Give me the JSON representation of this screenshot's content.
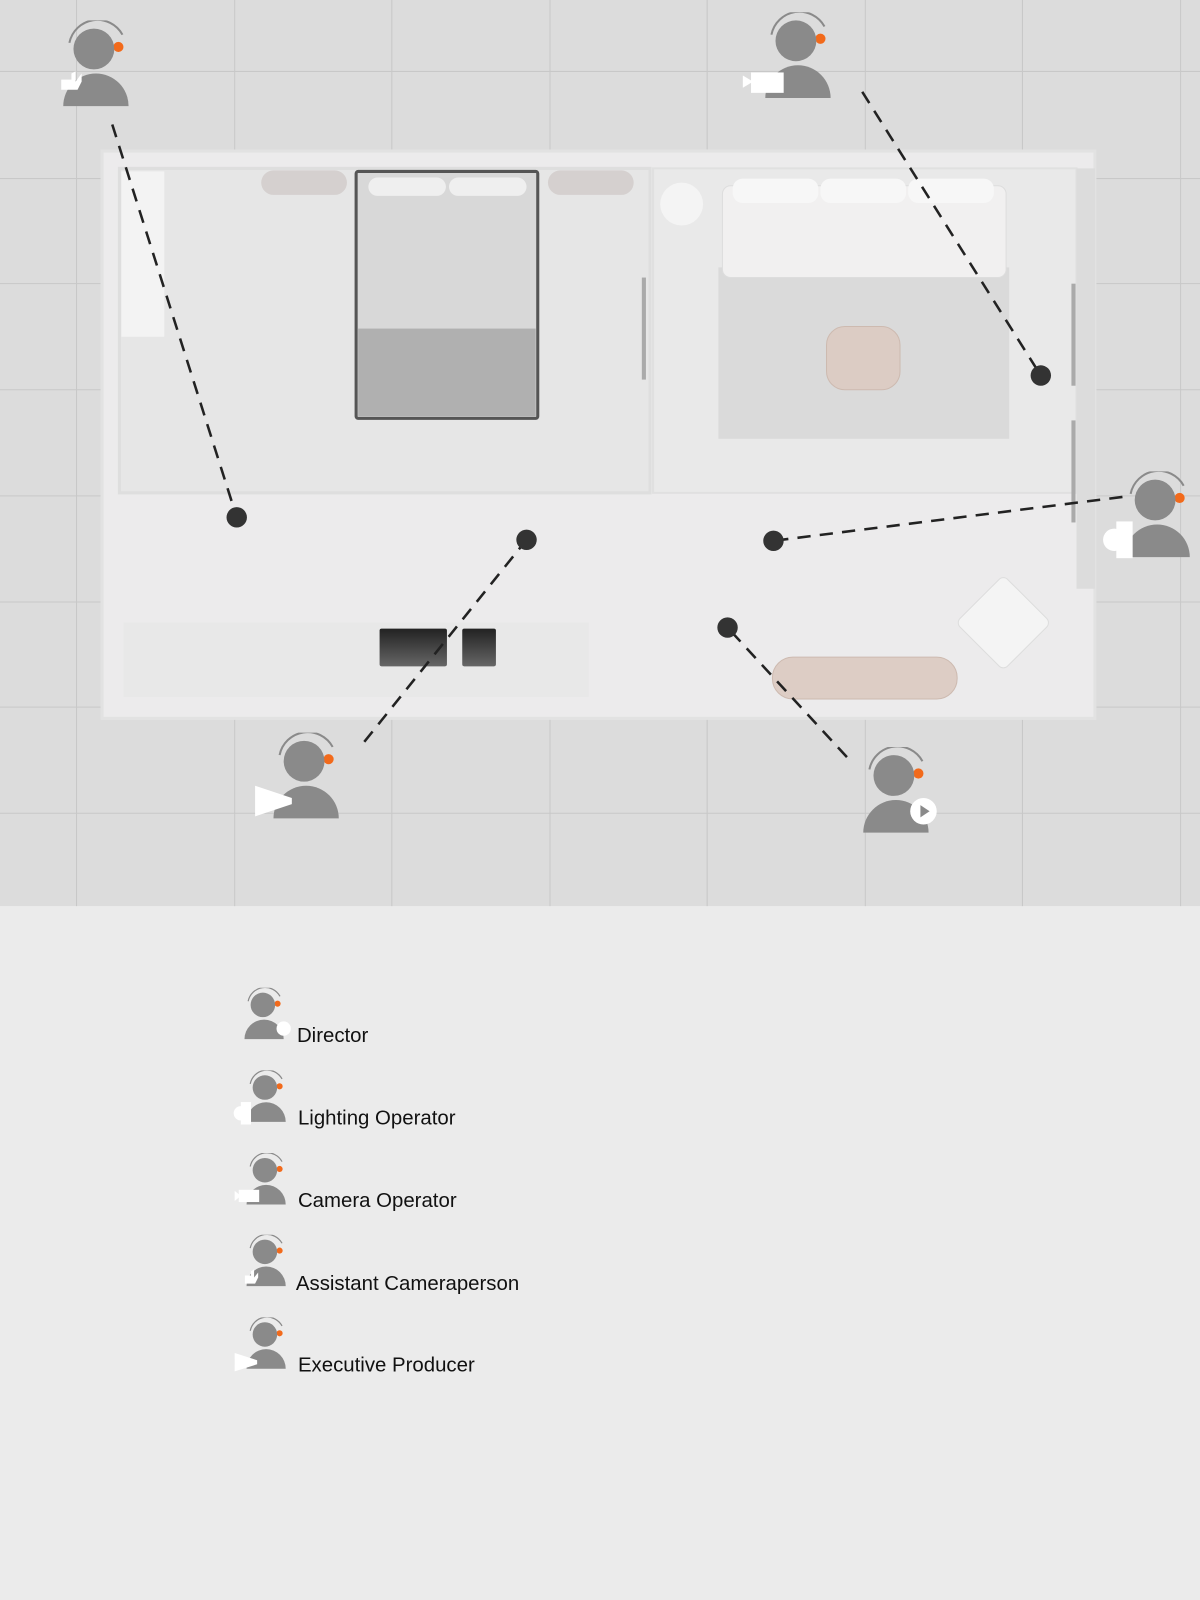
{
  "colors": {
    "accent": "#f26a1b",
    "person": "#8a8a8a",
    "grid_bg": "#dcdcdc",
    "legend_bg": "#ebebeb"
  },
  "crew": [
    {
      "role": "Assistant Cameraperson",
      "icon": "hand-icon"
    },
    {
      "role": "Camera Operator",
      "icon": "camera-icon"
    },
    {
      "role": "Lighting Operator",
      "icon": "light-icon"
    },
    {
      "role": "Executive Producer",
      "icon": "megaphone-icon"
    },
    {
      "role": "Director",
      "icon": "play-icon"
    }
  ],
  "legend": {
    "items": [
      {
        "label": "Director",
        "icon": "play-icon"
      },
      {
        "label": "Lighting Operator",
        "icon": "light-icon"
      },
      {
        "label": "Camera Operator",
        "icon": "camera-icon"
      },
      {
        "label": "Assistant Cameraperson",
        "icon": "hand-icon"
      },
      {
        "label": "Executive Producer",
        "icon": "megaphone-icon"
      }
    ]
  }
}
